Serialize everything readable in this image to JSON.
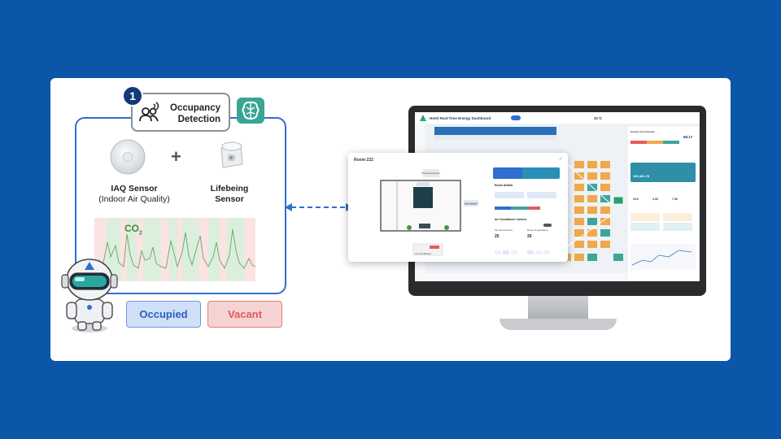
{
  "step": {
    "number": "1",
    "title_line1": "Occupancy",
    "title_line2": "Detection"
  },
  "brain_badge": "AI",
  "sensors": {
    "iaq_title": "IAQ Sensor",
    "iaq_subtitle": "(Indoor Air Quality)",
    "plus": "+",
    "lifebeing_line1": "Lifebeing",
    "lifebeing_line2": "Sensor"
  },
  "co2_chart": {
    "label": "CO",
    "label_sub": "2"
  },
  "status": {
    "occupied": "Occupied",
    "vacant": "Vacant"
  },
  "dashboard": {
    "app_title": "Hotel Real-Time Energy Dashboard",
    "temp_readout": "31°C",
    "room_popup": {
      "title": "Room 222",
      "presence_label": "Presence Sensor",
      "room_details": "Room Details",
      "ac_control": "Air Conditioner Control",
      "set_temp_label": "Set Temperature",
      "set_temp_value": "25",
      "room_temp_label": "Room Temperature",
      "room_temp_value": "26",
      "ac_label": "Air Conditioner",
      "life_sensor_label": "Life Sensor"
    },
    "side": {
      "energy_intensity": "Energy Use Intensity",
      "energy_value": "68.17",
      "overview": "Overview",
      "big_value": "183,481.78",
      "values": [
        "34.9",
        "4.05",
        "7.36"
      ],
      "sustainability": "Sustainability Insights",
      "power": "Power Consumption"
    }
  }
}
